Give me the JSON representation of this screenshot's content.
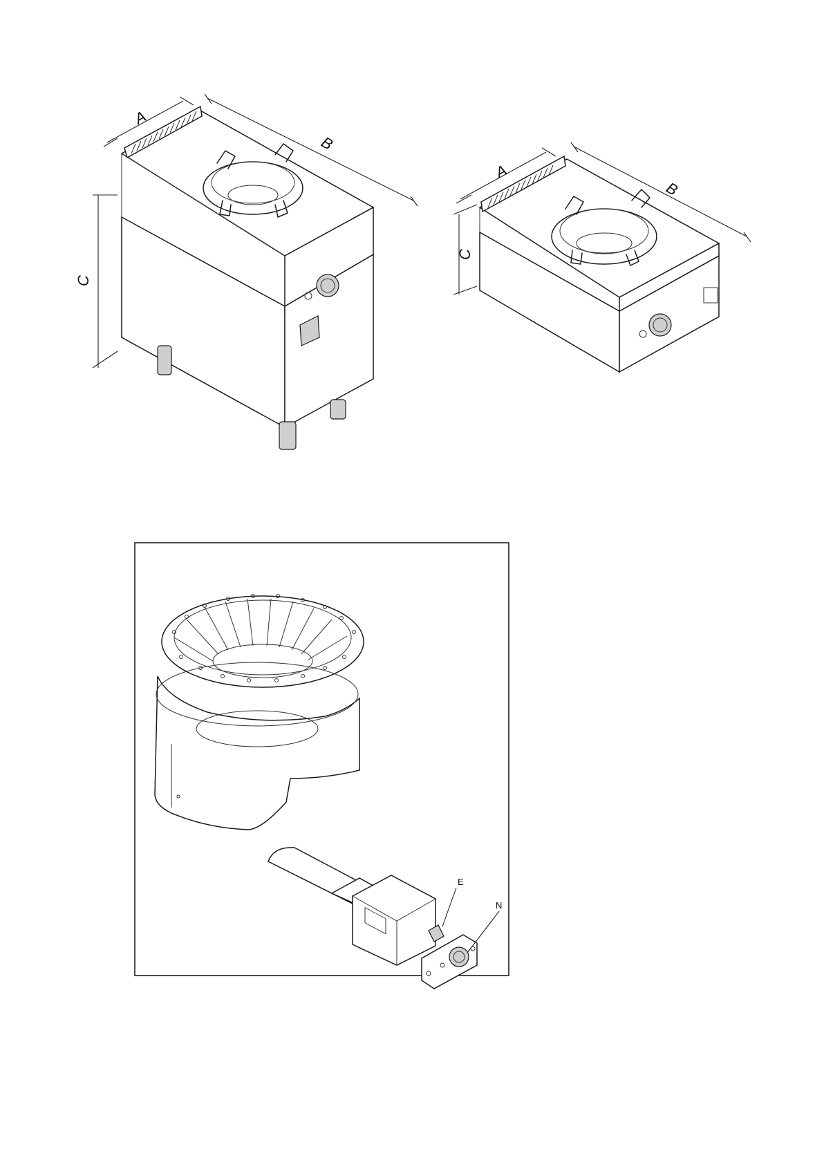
{
  "figure1": {
    "dimension_labels": {
      "a": "A",
      "b": "B",
      "c": "C"
    }
  },
  "figure2": {
    "dimension_labels": {
      "a": "A",
      "b": "B",
      "c": "C"
    }
  },
  "figure3": {
    "callouts": {
      "e": "E",
      "n": "N"
    }
  }
}
